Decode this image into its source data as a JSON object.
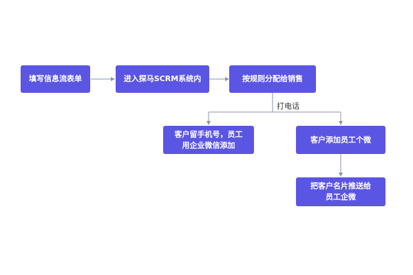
{
  "diagram": {
    "nodes": {
      "fill_form": "填写信息流表单",
      "enter_scrm": "进入探马SCRM系统内",
      "assign_sales": "按规则分配给销售",
      "leave_phone": "客户留手机号，员工\n用企业微信添加",
      "add_wechat": "客户添加员工个微",
      "push_card": "把客户名片推送给\n员工企微"
    },
    "edge_label": "打电话",
    "colors": {
      "node_fill": "#5b55e3",
      "node_text": "#ffffff",
      "connector": "#8a93ab",
      "label_text": "#333333"
    }
  }
}
